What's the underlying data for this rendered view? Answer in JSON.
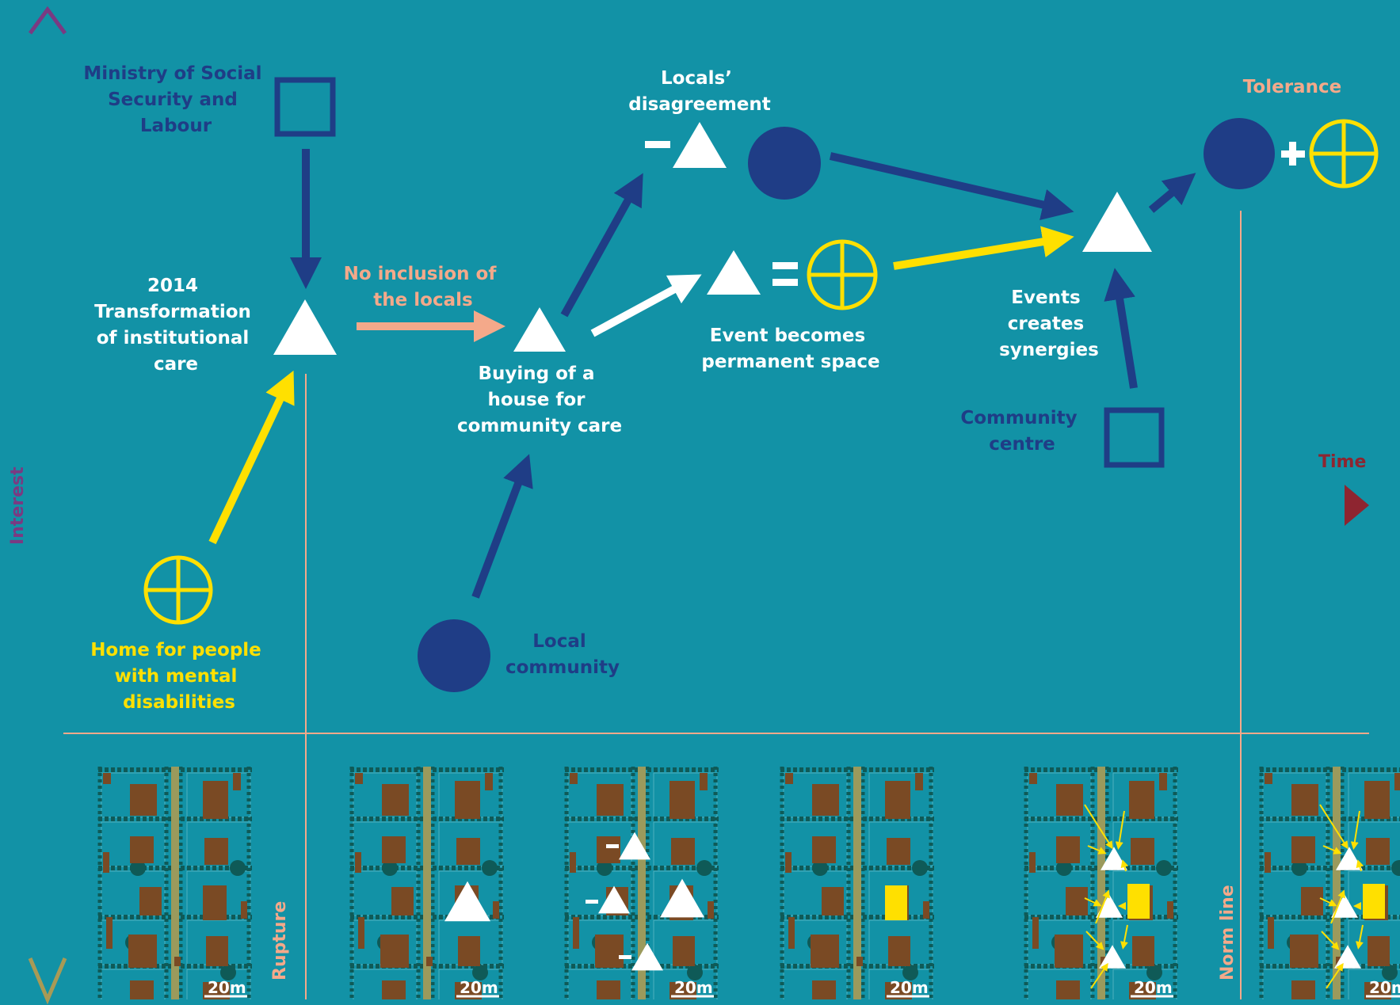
{
  "colors": {
    "background": "#1292a6",
    "navy": "#1f3d86",
    "yellow": "#ffe000",
    "salmon": "#f4a98a",
    "white": "#ffffff",
    "time_axis": "#8e2530",
    "interest_axis": "#7a3a82",
    "building": "#7a4a24",
    "road": "#9b9a5c"
  },
  "axes": {
    "y_label": "Interest",
    "x_label": "Time"
  },
  "vertical_lines": {
    "rupture": "Rupture",
    "norm": "Norm line"
  },
  "nodes": {
    "ministry": [
      "Ministry of Social",
      "Security and",
      "Labour"
    ],
    "transformation": [
      "2014",
      "Transformation",
      "of institutional",
      "care"
    ],
    "home": [
      "Home for people",
      "with mental",
      "disabilities"
    ],
    "no_inclusion": [
      "No inclusion of",
      "the locals"
    ],
    "buying": [
      "Buying of a",
      "house for",
      "community care"
    ],
    "local_community": [
      "Local",
      "community"
    ],
    "disagreement": [
      "Locals’",
      "disagreement"
    ],
    "event_permanent": [
      "Event becomes",
      "permanent space"
    ],
    "synergies": [
      "Events",
      "creates",
      "synergies"
    ],
    "community_centre": [
      "Community",
      "centre"
    ],
    "tolerance": "Tolerance"
  },
  "symbols": {
    "minus": "−",
    "equals": "=",
    "plus": "+"
  },
  "scale_label": "20m",
  "maps_count": 6
}
